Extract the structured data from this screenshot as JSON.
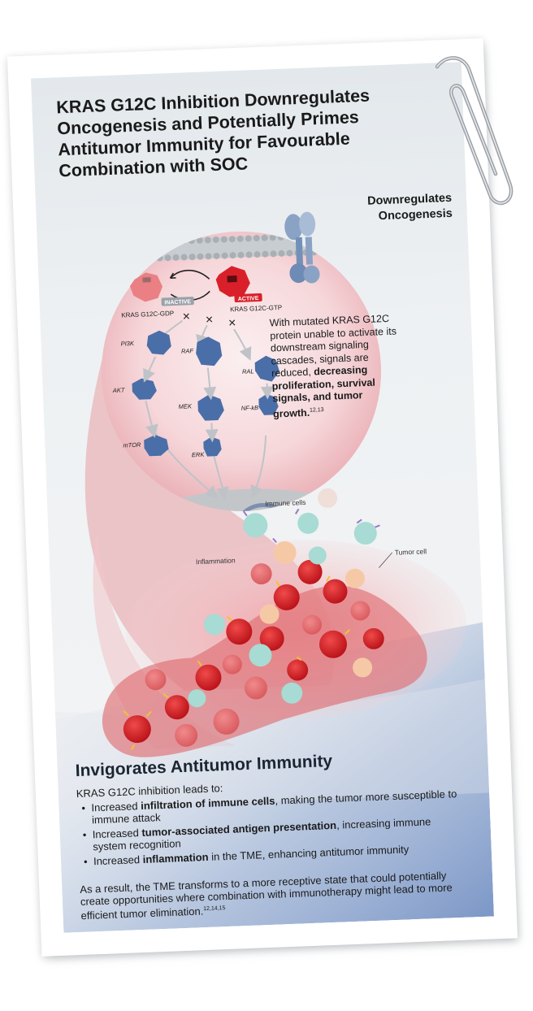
{
  "header": {
    "title": "KRAS G12C Inhibition Downregulates Oncogenesis and Potentially Primes Antitumor Immunity for Favourable Combination with SOC"
  },
  "oncogenesis": {
    "heading_line1": "Downregulates",
    "heading_line2": "Oncogenesis",
    "inactive_badge": "INACTIVE",
    "active_badge": "ACTIVE",
    "kras_gdp": "KRAS G12C-GDP",
    "kras_gtp": "KRAS G12C-GTP",
    "pathway_nodes": [
      "PI3K",
      "RAF",
      "RAL",
      "AKT",
      "MEK",
      "NF-kB",
      "mTOR",
      "ERK"
    ],
    "callout_text": "With mutated KRAS G12C protein unable to activate its downstream signaling cascades, signals are reduced, ",
    "callout_bold": "decreasing proliferation, survival signals, and tumor growth.",
    "callout_ref": "12,13"
  },
  "tme": {
    "label_immune": "Immune cells",
    "label_inflammation": "Inflammation",
    "label_tumor": "Tumor cell"
  },
  "immunity": {
    "heading": "Invigorates Antitumor Immunity",
    "lead": "KRAS G12C inhibition leads to:",
    "bullets": [
      {
        "pre": "Increased ",
        "bold": "infiltration of immune cells",
        "post": ", making the tumor more susceptible to immune attack"
      },
      {
        "pre": "Increased ",
        "bold": "tumor-associated antigen presentation",
        "post": ", increasing immune system recognition"
      },
      {
        "pre": "Increased ",
        "bold": "inflammation",
        "post": " in the TME, enhancing antitumor immunity"
      }
    ],
    "conclusion": "As a result, the TME transforms to a more receptive state that could potentially create opportunities where combination with immunotherapy might lead to more efficient tumor elimination.",
    "conclusion_ref": "12,14,15"
  },
  "colors": {
    "kras_red": "#d9202a",
    "kras_pink": "#e8787c",
    "pathway_blue": "#4a6ea8",
    "heading_navy": "#1b2633",
    "immune_teal": "#a7dbd3",
    "immune_peach": "#f6c9a6"
  }
}
